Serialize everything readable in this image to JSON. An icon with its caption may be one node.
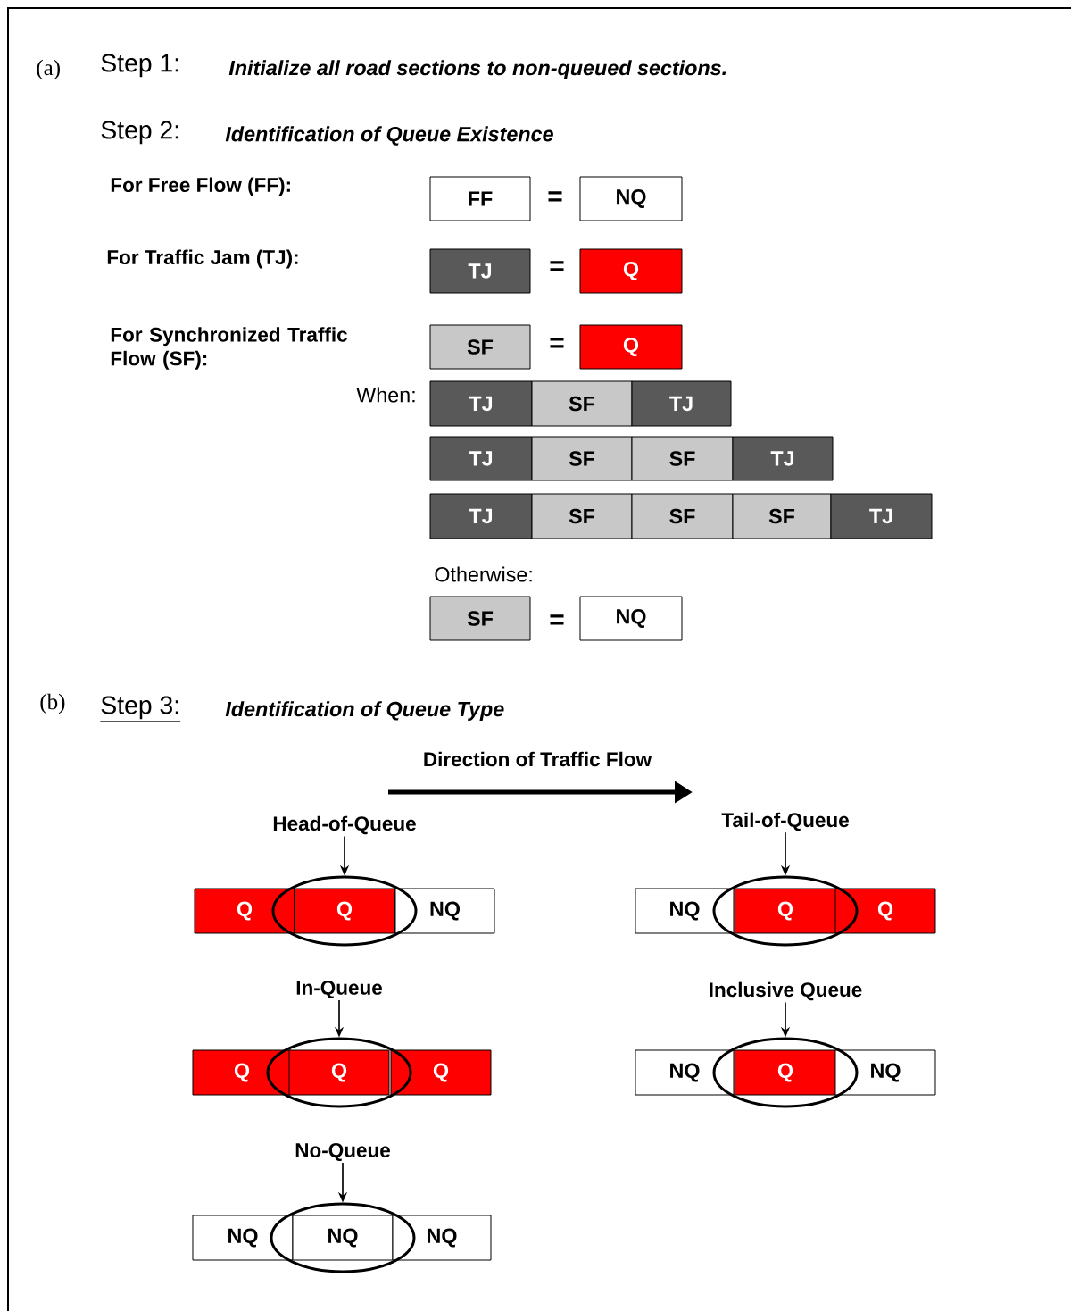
{
  "diagram": {
    "nodes": [
      {
        "text": [
          "FF"
        ]
      },
      {
        "text": [
          "NQ"
        ]
      },
      {
        "text": [
          "TJ"
        ]
      },
      {
        "text": [
          "Q"
        ]
      },
      {
        "text": [
          "SF"
        ]
      },
      {
        "text": [
          "Q"
        ]
      },
      {
        "text": [
          "TJ"
        ]
      },
      {
        "text": [
          "SF"
        ]
      },
      {
        "text": [
          "TJ"
        ]
      },
      {
        "text": [
          "TJ"
        ]
      },
      {
        "text": [
          "SF"
        ]
      },
      {
        "text": [
          "SF"
        ]
      },
      {
        "text": [
          "TJ"
        ]
      },
      {
        "text": [
          "TJ"
        ]
      },
      {
        "text": [
          "SF"
        ]
      },
      {
        "text": [
          "SF"
        ]
      },
      {
        "text": [
          "SF"
        ]
      },
      {
        "text": [
          "TJ"
        ]
      },
      {
        "text": [
          "SF"
        ]
      },
      {
        "text": [
          "NQ"
        ]
      },
      {
        "text": [
          "Head-of-Queue"
        ]
      },
      {
        "text": [],
        "shape": "ellipse"
      },
      {
        "text": [
          "Q"
        ]
      },
      {
        "text": [
          "Q"
        ],
        "in": 21
      },
      {
        "text": [
          "NQ"
        ]
      },
      {
        "text": [
          "Tail-of-Queue"
        ]
      },
      {
        "text": [],
        "shape": "ellipse"
      },
      {
        "text": [
          "NQ"
        ]
      },
      {
        "text": [
          "Q"
        ],
        "in": 26
      },
      {
        "text": [
          "Q"
        ]
      },
      {
        "text": [
          "In-Queue"
        ]
      },
      {
        "text": [],
        "shape": "ellipse"
      },
      {
        "text": [
          "Q"
        ]
      },
      {
        "text": [
          "Q"
        ],
        "in": 31
      },
      {
        "text": [
          "Q"
        ]
      },
      {
        "text": [
          "Inclusive Queue"
        ]
      },
      {
        "text": [],
        "shape": "ellipse"
      },
      {
        "text": [
          "NQ"
        ]
      },
      {
        "text": [
          "Q"
        ],
        "in": 36
      },
      {
        "text": [
          "NQ"
        ]
      },
      {
        "text": [
          "No-Queue"
        ]
      },
      {
        "text": [],
        "shape": "ellipse"
      },
      {
        "text": [
          "NQ"
        ]
      },
      {
        "text": [
          "NQ"
        ],
        "in": 41
      },
      {
        "text": [
          "NQ"
        ]
      }
    ],
    "edges": [
      {
        "from": 20,
        "to": 21,
        "arrow": "to"
      },
      {
        "from": 25,
        "to": 26,
        "arrow": "to"
      },
      {
        "from": 30,
        "to": 31,
        "arrow": "to"
      },
      {
        "from": 35,
        "to": 36,
        "arrow": "to"
      },
      {
        "from": 40,
        "to": 41,
        "arrow": "to"
      }
    ],
    "labels": [
      "(a)",
      "Step 1:",
      "Initialize all road sections to non-queued sections.",
      "Step 2:",
      "Identification of Queue Existence",
      "For Free Flow (FF):",
      "=",
      "For Traffic Jam (TJ):",
      "=",
      "For Synchronized Traffic Flow (SF):",
      "=",
      "When:",
      "Otherwise:",
      "=",
      "(b)",
      "Step 3:",
      "Identification of Queue Type",
      "Direction of Traffic Flow"
    ]
  }
}
